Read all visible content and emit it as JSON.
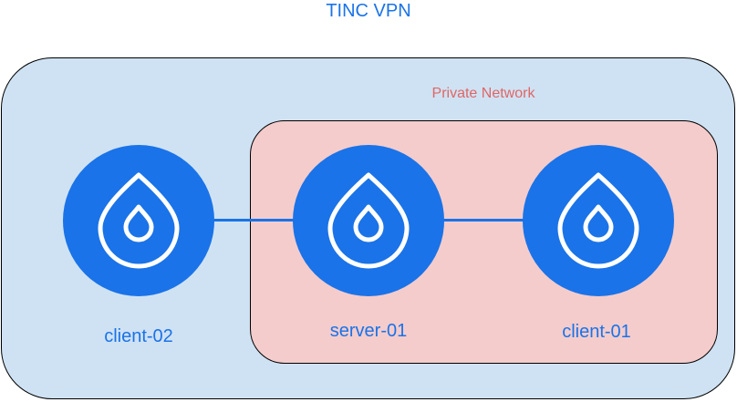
{
  "diagram": {
    "title": "TINC VPN",
    "group_label": "Private Network",
    "nodes": [
      {
        "label": "client-02",
        "icon": "drop-icon"
      },
      {
        "label": "server-01",
        "icon": "drop-icon"
      },
      {
        "label": "client-01",
        "icon": "drop-icon"
      }
    ]
  },
  "colors": {
    "accent": "#1a73e8",
    "vpn_fill": "#cfe2f3",
    "private_fill": "#f4cccc",
    "private_label": "#e06666"
  }
}
